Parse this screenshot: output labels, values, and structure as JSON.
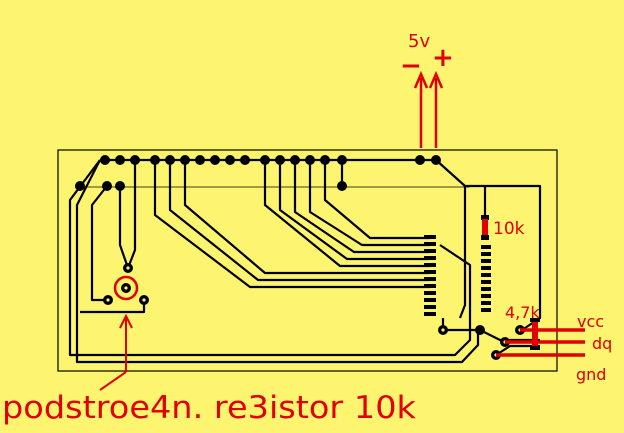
{
  "colors": {
    "background": "#fdf570",
    "annotation": "#e00000",
    "traces": "#000000"
  },
  "labels": {
    "power_voltage": "5v",
    "minus": "−",
    "plus": "+",
    "resistor_top": "10k",
    "resistor_bottom": "4,7k",
    "vcc": "vcc",
    "dq": "dq",
    "gnd": "gnd",
    "trimmer_note": "podstroe4n. re3istor 10k"
  }
}
